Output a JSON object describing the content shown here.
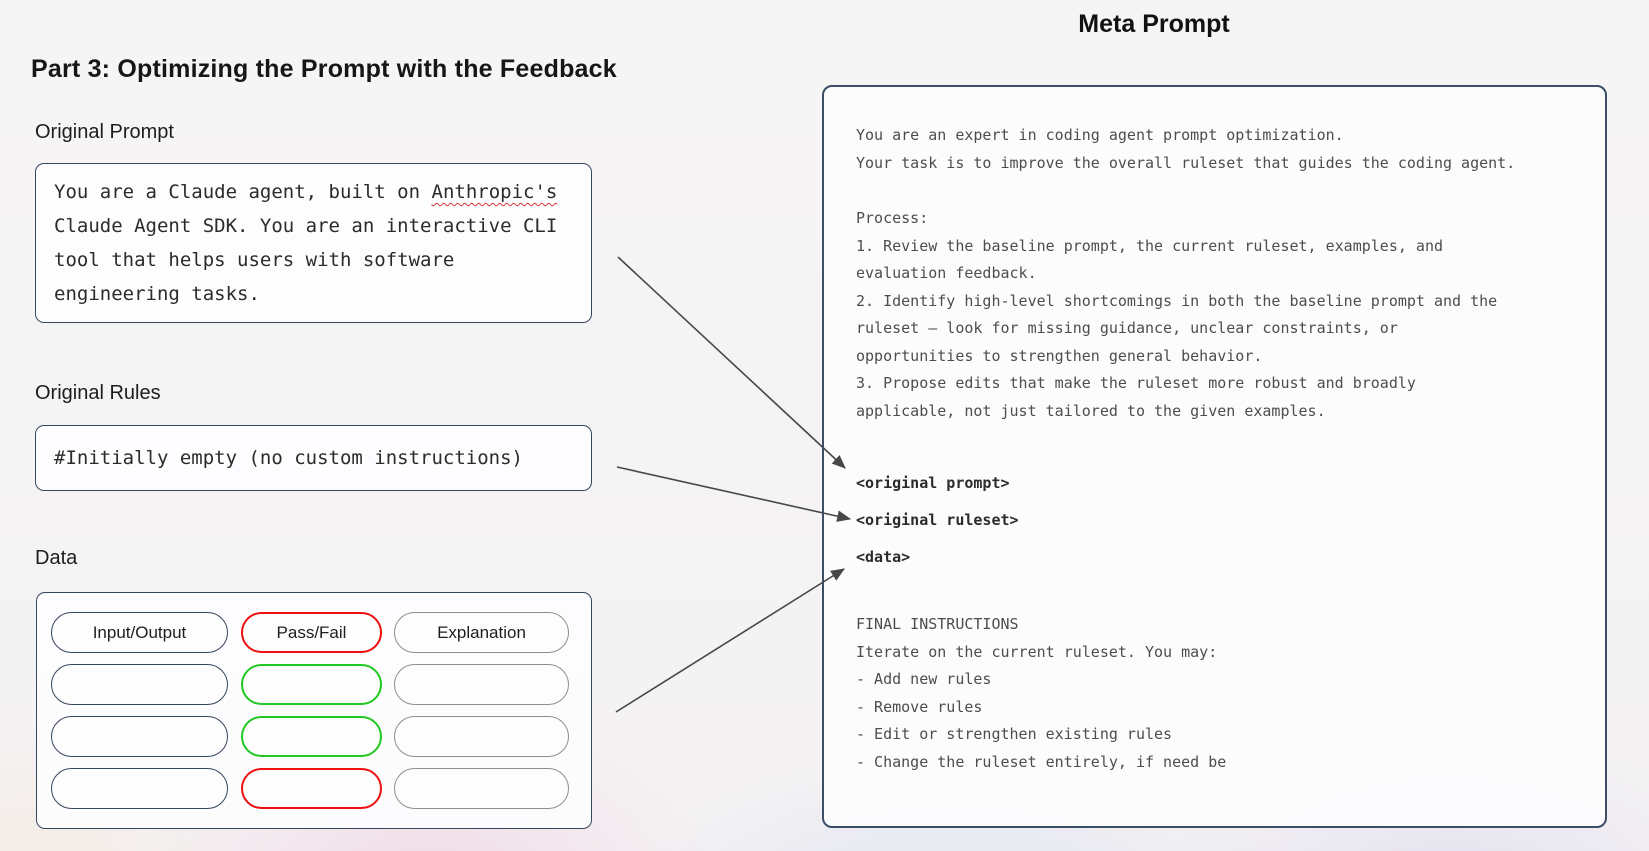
{
  "page": {
    "title": "Part 3: Optimizing the Prompt with the Feedback"
  },
  "original_prompt": {
    "label": "Original Prompt",
    "text_before": "You are a Claude agent, built on ",
    "misspelled_word": "Anthropic's",
    "text_after": " Claude Agent SDK. You are an interactive CLI tool that helps users with software engineering tasks."
  },
  "original_rules": {
    "label": "Original Rules",
    "text": "#Initially empty (no custom instructions)"
  },
  "data_section": {
    "label": "Data",
    "columns": [
      {
        "header": "Input/Output",
        "border_color": "#36465e"
      },
      {
        "header": "Pass/Fail",
        "border_color": "#ee1010"
      },
      {
        "header": "Explanation",
        "border_color": "#8f8f8f"
      }
    ],
    "empty_rows_border_colors": [
      [
        "#36465e",
        "#21c821",
        "#8f8f8f"
      ],
      [
        "#36465e",
        "#21c821",
        "#8f8f8f"
      ],
      [
        "#36465e",
        "#ee1010",
        "#8f8f8f"
      ]
    ]
  },
  "meta_panel": {
    "title": "Meta Prompt",
    "intro": "You are an expert in coding agent prompt optimization.\nYour task is to improve the overall ruleset that guides the coding agent.",
    "process": "Process:\n1. Review the baseline prompt, the current ruleset, examples, and\nevaluation feedback.\n2. Identify high-level shortcomings in both the baseline prompt and the\nruleset — look for missing guidance, unclear constraints, or\nopportunities to strengthen general behavior.\n3. Propose edits that make the ruleset more robust and broadly\napplicable, not just tailored to the given examples.",
    "tags": [
      "<original prompt>",
      "<original ruleset>",
      "<data>"
    ],
    "final_instructions": "FINAL INSTRUCTIONS\nIterate on the current ruleset. You may:\n- Add new rules\n- Remove rules\n- Edit or strengthen existing rules\n- Change the ruleset entirely, if need be"
  },
  "colors": {
    "navy": "#36465e",
    "red": "#ee1010",
    "green": "#21c821",
    "gray": "#8f8f8f",
    "arrow": "#474747",
    "panel-border": "#3c4d66",
    "squiggle": "#e03535"
  }
}
